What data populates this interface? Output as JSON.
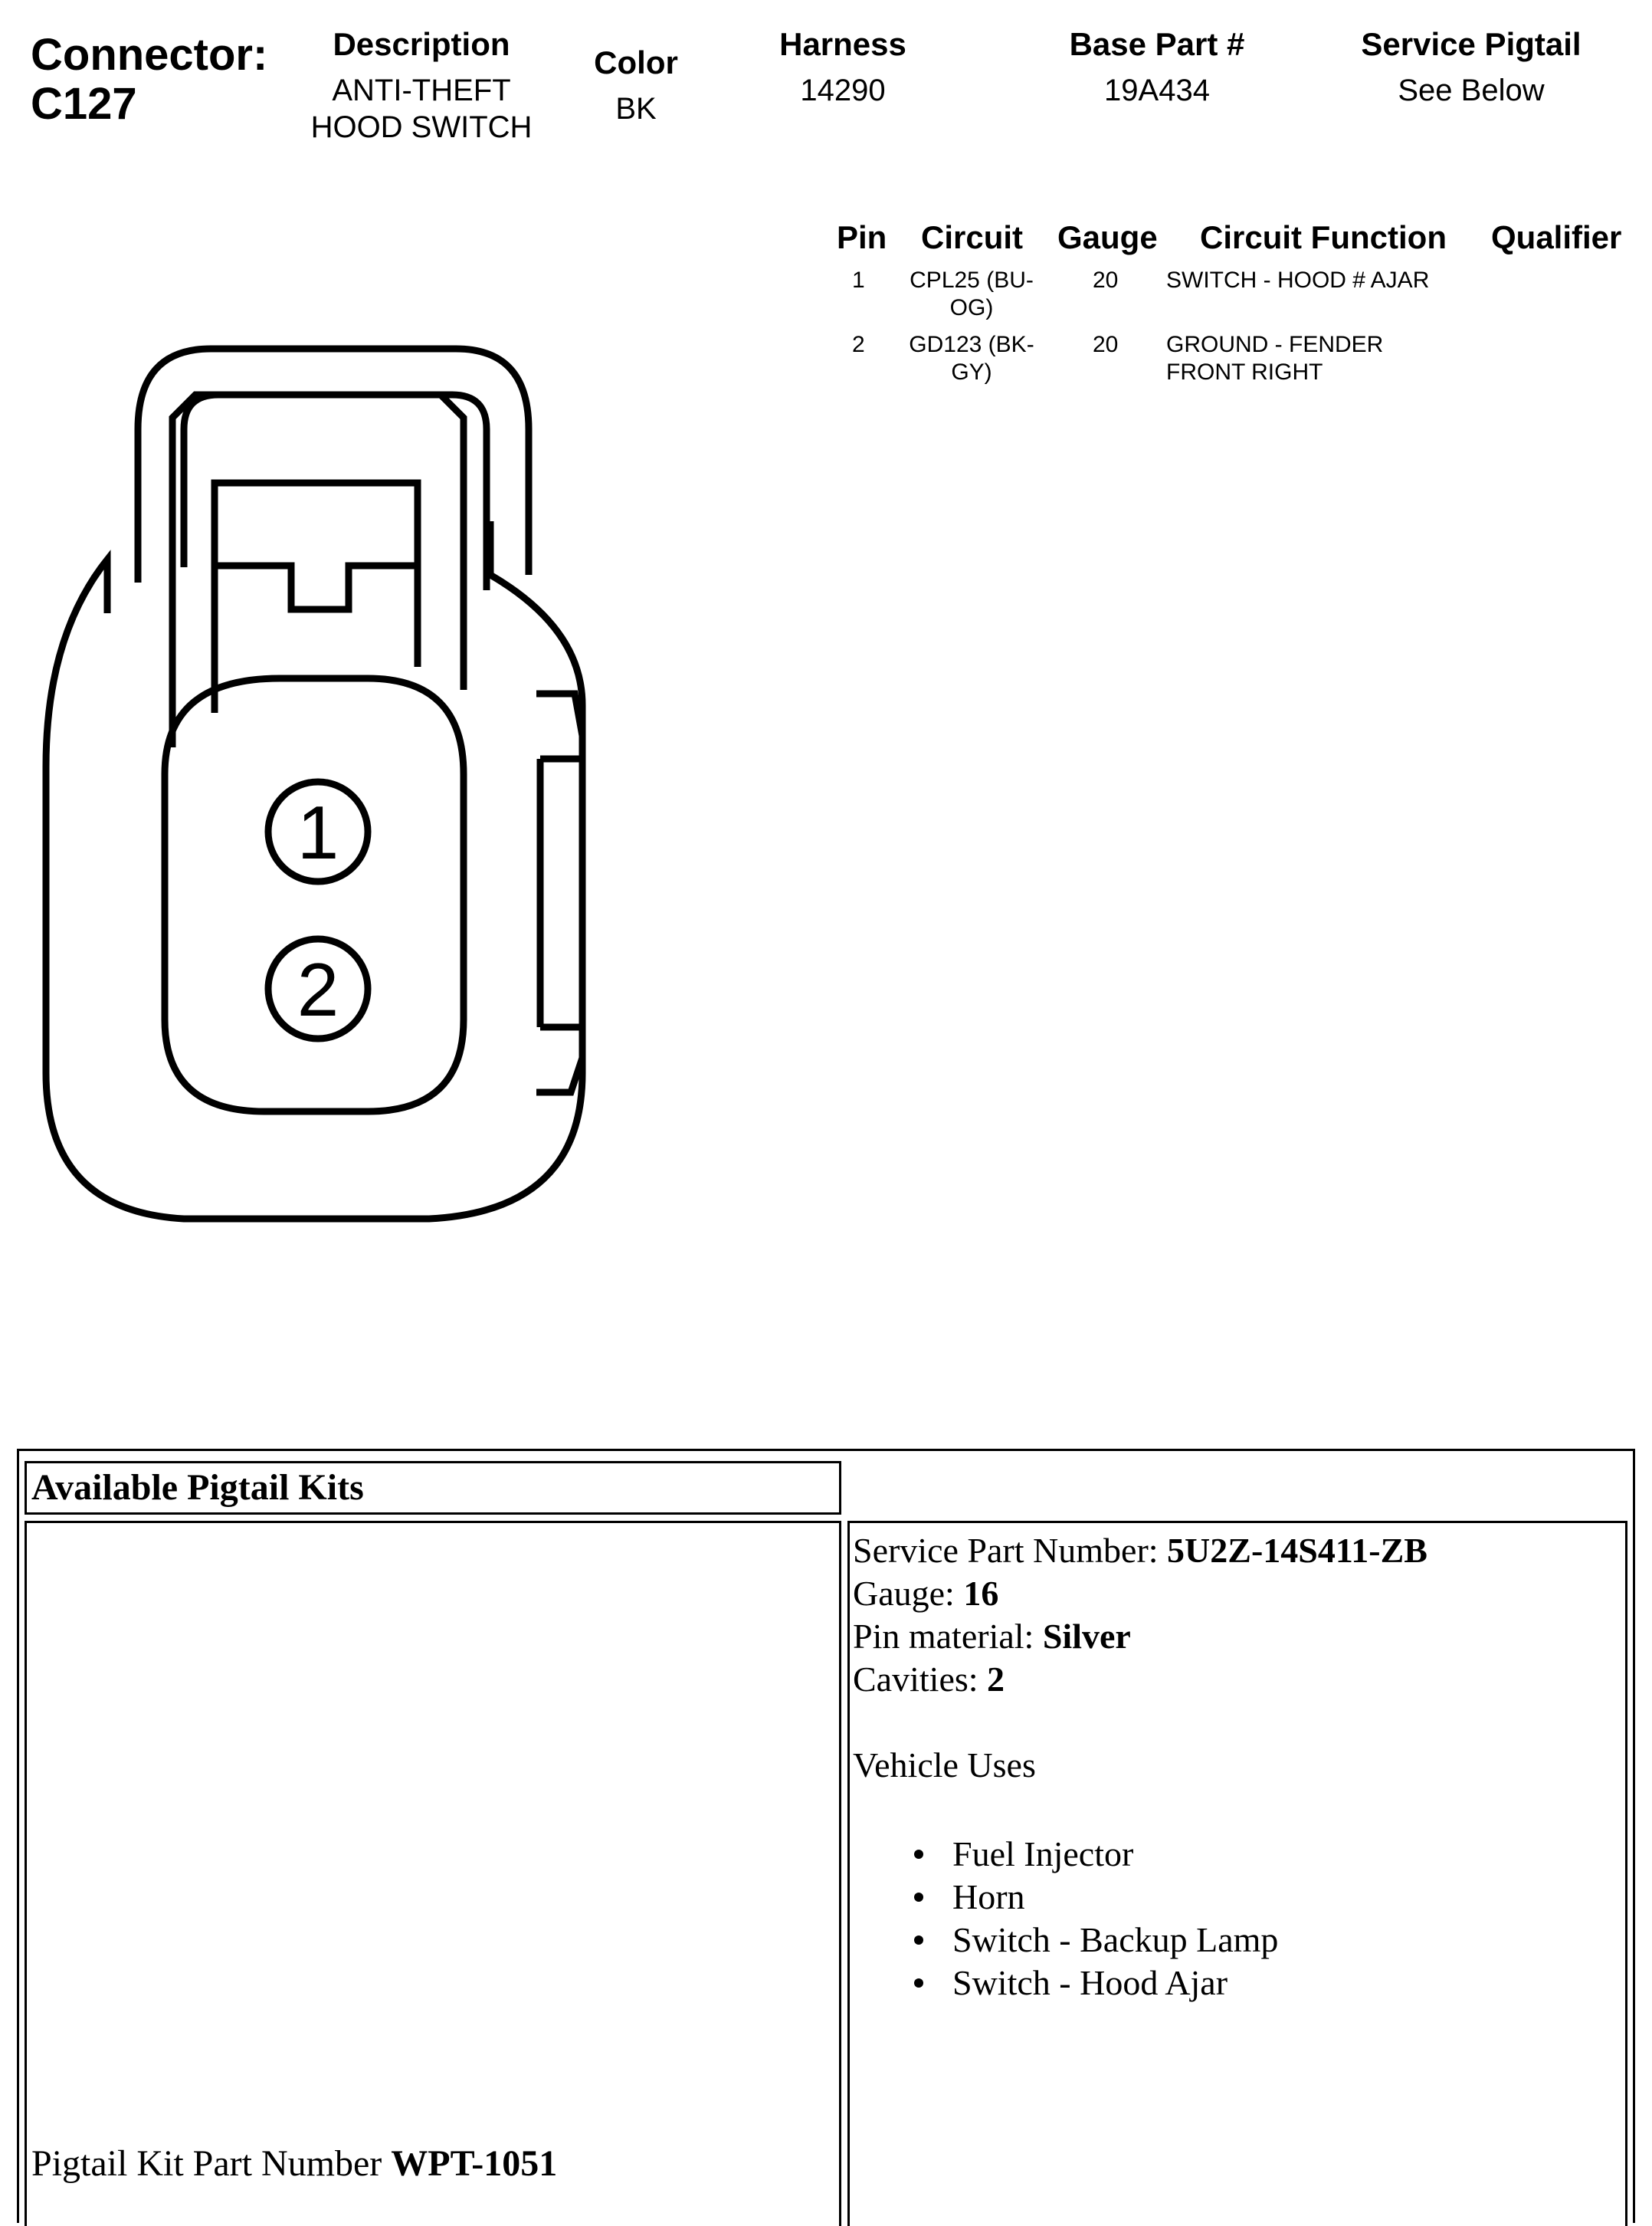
{
  "header": {
    "connector_label": "Connector:",
    "connector_id": "C127",
    "description_label": "Description",
    "description_line1": "ANTI-THEFT",
    "description_line2": "HOOD SWITCH",
    "color_label": "Color",
    "color_value": "BK",
    "harness_label": "Harness",
    "harness_value": "14290",
    "base_part_label": "Base Part #",
    "base_part_value": "19A434",
    "service_pigtail_label": "Service Pigtail",
    "service_pigtail_value": "See Below"
  },
  "pin_table": {
    "headers": {
      "pin": "Pin",
      "circuit": "Circuit",
      "gauge": "Gauge",
      "circuit_function": "Circuit Function",
      "qualifier": "Qualifier"
    },
    "rows": [
      {
        "pin": "1",
        "circuit_line1": "CPL25 (BU-",
        "circuit_line2": "OG)",
        "gauge": "20",
        "function_line1": "SWITCH - HOOD # AJAR",
        "function_line2": "",
        "qualifier": ""
      },
      {
        "pin": "2",
        "circuit_line1": "GD123 (BK-",
        "circuit_line2": "GY)",
        "gauge": "20",
        "function_line1": "GROUND - FENDER",
        "function_line2": "FRONT RIGHT",
        "qualifier": ""
      }
    ]
  },
  "connector_diagram": {
    "pin_labels": [
      "1",
      "2"
    ]
  },
  "pigtail": {
    "title": "Available Pigtail Kits",
    "kit_part_label": "Pigtail Kit Part Number ",
    "kit_part_value": "WPT-1051",
    "service_part_label": "Service Part Number: ",
    "service_part_value": "5U2Z-14S411-ZB",
    "gauge_label": "Gauge: ",
    "gauge_value": "16",
    "pin_material_label": "Pin material: ",
    "pin_material_value": "Silver",
    "cavities_label": "Cavities: ",
    "cavities_value": "2",
    "vehicle_uses_label": "Vehicle Uses",
    "vehicle_uses": [
      "Fuel Injector",
      "Horn",
      "Switch - Backup Lamp",
      "Switch - Hood Ajar"
    ]
  }
}
